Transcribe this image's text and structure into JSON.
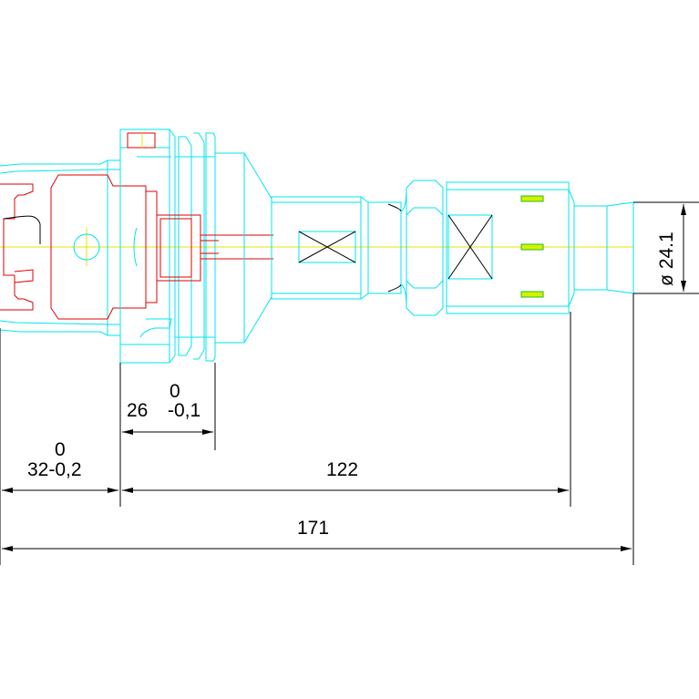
{
  "colors": {
    "outline": "#00e5f0",
    "inner_detail": "#e00000",
    "centerline": "#e8e000",
    "dimension": "#000000",
    "marks": "#20c020"
  },
  "dimensions": {
    "d26": {
      "value": "26",
      "tol_upper": "0",
      "tol_lower": "-0,1"
    },
    "d32": {
      "value": "32",
      "tol_upper": "0",
      "tol_lower": "-0,2"
    },
    "d122": {
      "value": "122"
    },
    "d171": {
      "value": "171"
    },
    "dia": {
      "symbol": "ø",
      "value": "24.1"
    }
  }
}
